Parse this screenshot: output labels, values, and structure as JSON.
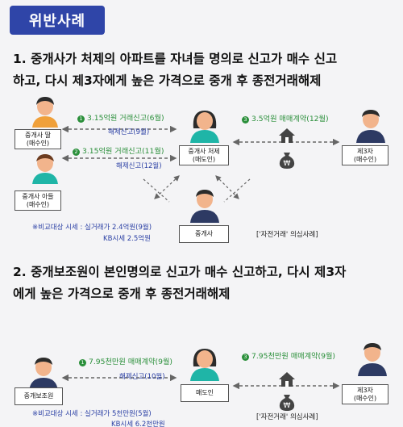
{
  "badge": "위반사례",
  "section1": {
    "line1": "1. 중개사가 처제의 아파트를 자녀들 명의로 신고가 매수 신고",
    "line2": "하고, 다시 제3자에게 높은 가격으로 중개 후 종전거래해제",
    "flow": {
      "step1_num": "1",
      "step1_text": "3.15억원 거래신고(6월)",
      "step1_sub": "해제신고(9월)",
      "step2_num": "2",
      "step2_text": "3.15억원 거래신고(11월)",
      "step2_sub": "해제신고(12월)",
      "step3_num": "3",
      "step3_text": "3.5억원 매매계약(12월)"
    },
    "daughter": {
      "name": "중개사 딸",
      "role": "(매수인)"
    },
    "son": {
      "name": "중개사 아들",
      "role": "(매수인)"
    },
    "sister": {
      "name": "중개사 처제",
      "role": "(매도인)"
    },
    "third": {
      "name": "제3자",
      "role": "(매수인)"
    },
    "agent": {
      "name": "중개사"
    },
    "compare1": "※비교대상 시세 : 실거래가 2.4억원(9월)",
    "compare2": "KB시세 2.5억원",
    "suspect": "['자전거래' 의심사례]"
  },
  "section2": {
    "line1": "2. 중개보조원이 본인명의로 신고가 매수 신고하고, 다시 제3자",
    "line2": "에게 높은 가격으로 중개 후 종전거래해제",
    "flow": {
      "step1_num": "1",
      "step1_text": "7.95천만원 매매계약(9월)",
      "step1_sub": "해제신고(10월)",
      "step3_num": "3",
      "step3_text": "7.95천만원 매매계약(9월)"
    },
    "assistant": {
      "name": "중개보조원"
    },
    "seller": {
      "name": "매도인"
    },
    "third": {
      "name": "제3자",
      "role": "(매수인)"
    },
    "compare1": "※비교대상 시세 : 실거래가 5천만원(5월)",
    "compare2": "KB시세 6.2천만원",
    "suspect": "['자전거래' 의심사례]"
  },
  "colors": {
    "accent": "#2f45a8",
    "green": "#2a8f3a",
    "skin": "#f2b48c",
    "hair": "#2b2b2b",
    "teal": "#1fb5a7",
    "navy": "#2d3a63",
    "orange": "#f0a03a"
  },
  "icons": [
    "person-icon",
    "house-icon",
    "money-bag-icon"
  ]
}
